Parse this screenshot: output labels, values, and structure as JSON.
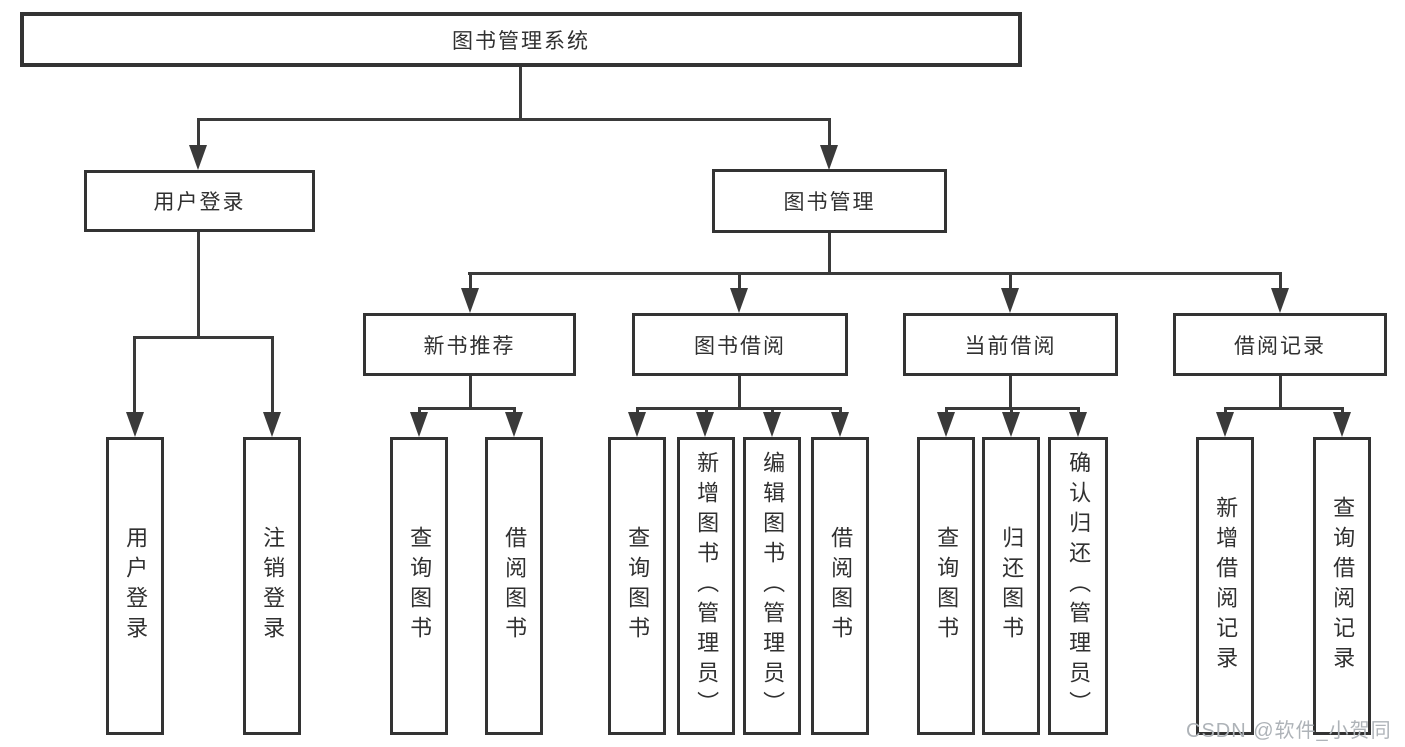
{
  "tree": {
    "root": "图书管理系统",
    "branches": [
      {
        "label": "用户登录",
        "leaves": [
          "用户登录",
          "注销登录"
        ]
      },
      {
        "label": "图书管理",
        "groups": [
          {
            "label": "新书推荐",
            "leaves": [
              "查询图书",
              "借阅图书"
            ]
          },
          {
            "label": "图书借阅",
            "leaves": [
              "查询图书",
              "新增图书（管理员）",
              "编辑图书（管理员）",
              "借阅图书"
            ]
          },
          {
            "label": "当前借阅",
            "leaves": [
              "查询图书",
              "归还图书",
              "确认归还（管理员）"
            ]
          },
          {
            "label": "借阅记录",
            "leaves": [
              "新增借阅记录",
              "查询借阅记录"
            ]
          }
        ]
      }
    ]
  },
  "watermark": "CSDN @软件_小贺同学",
  "colors": {
    "line": "#3a3a3a",
    "box_border": "#333333",
    "text": "#303030",
    "watermark": "#aeb3b8",
    "background": "#ffffff"
  }
}
